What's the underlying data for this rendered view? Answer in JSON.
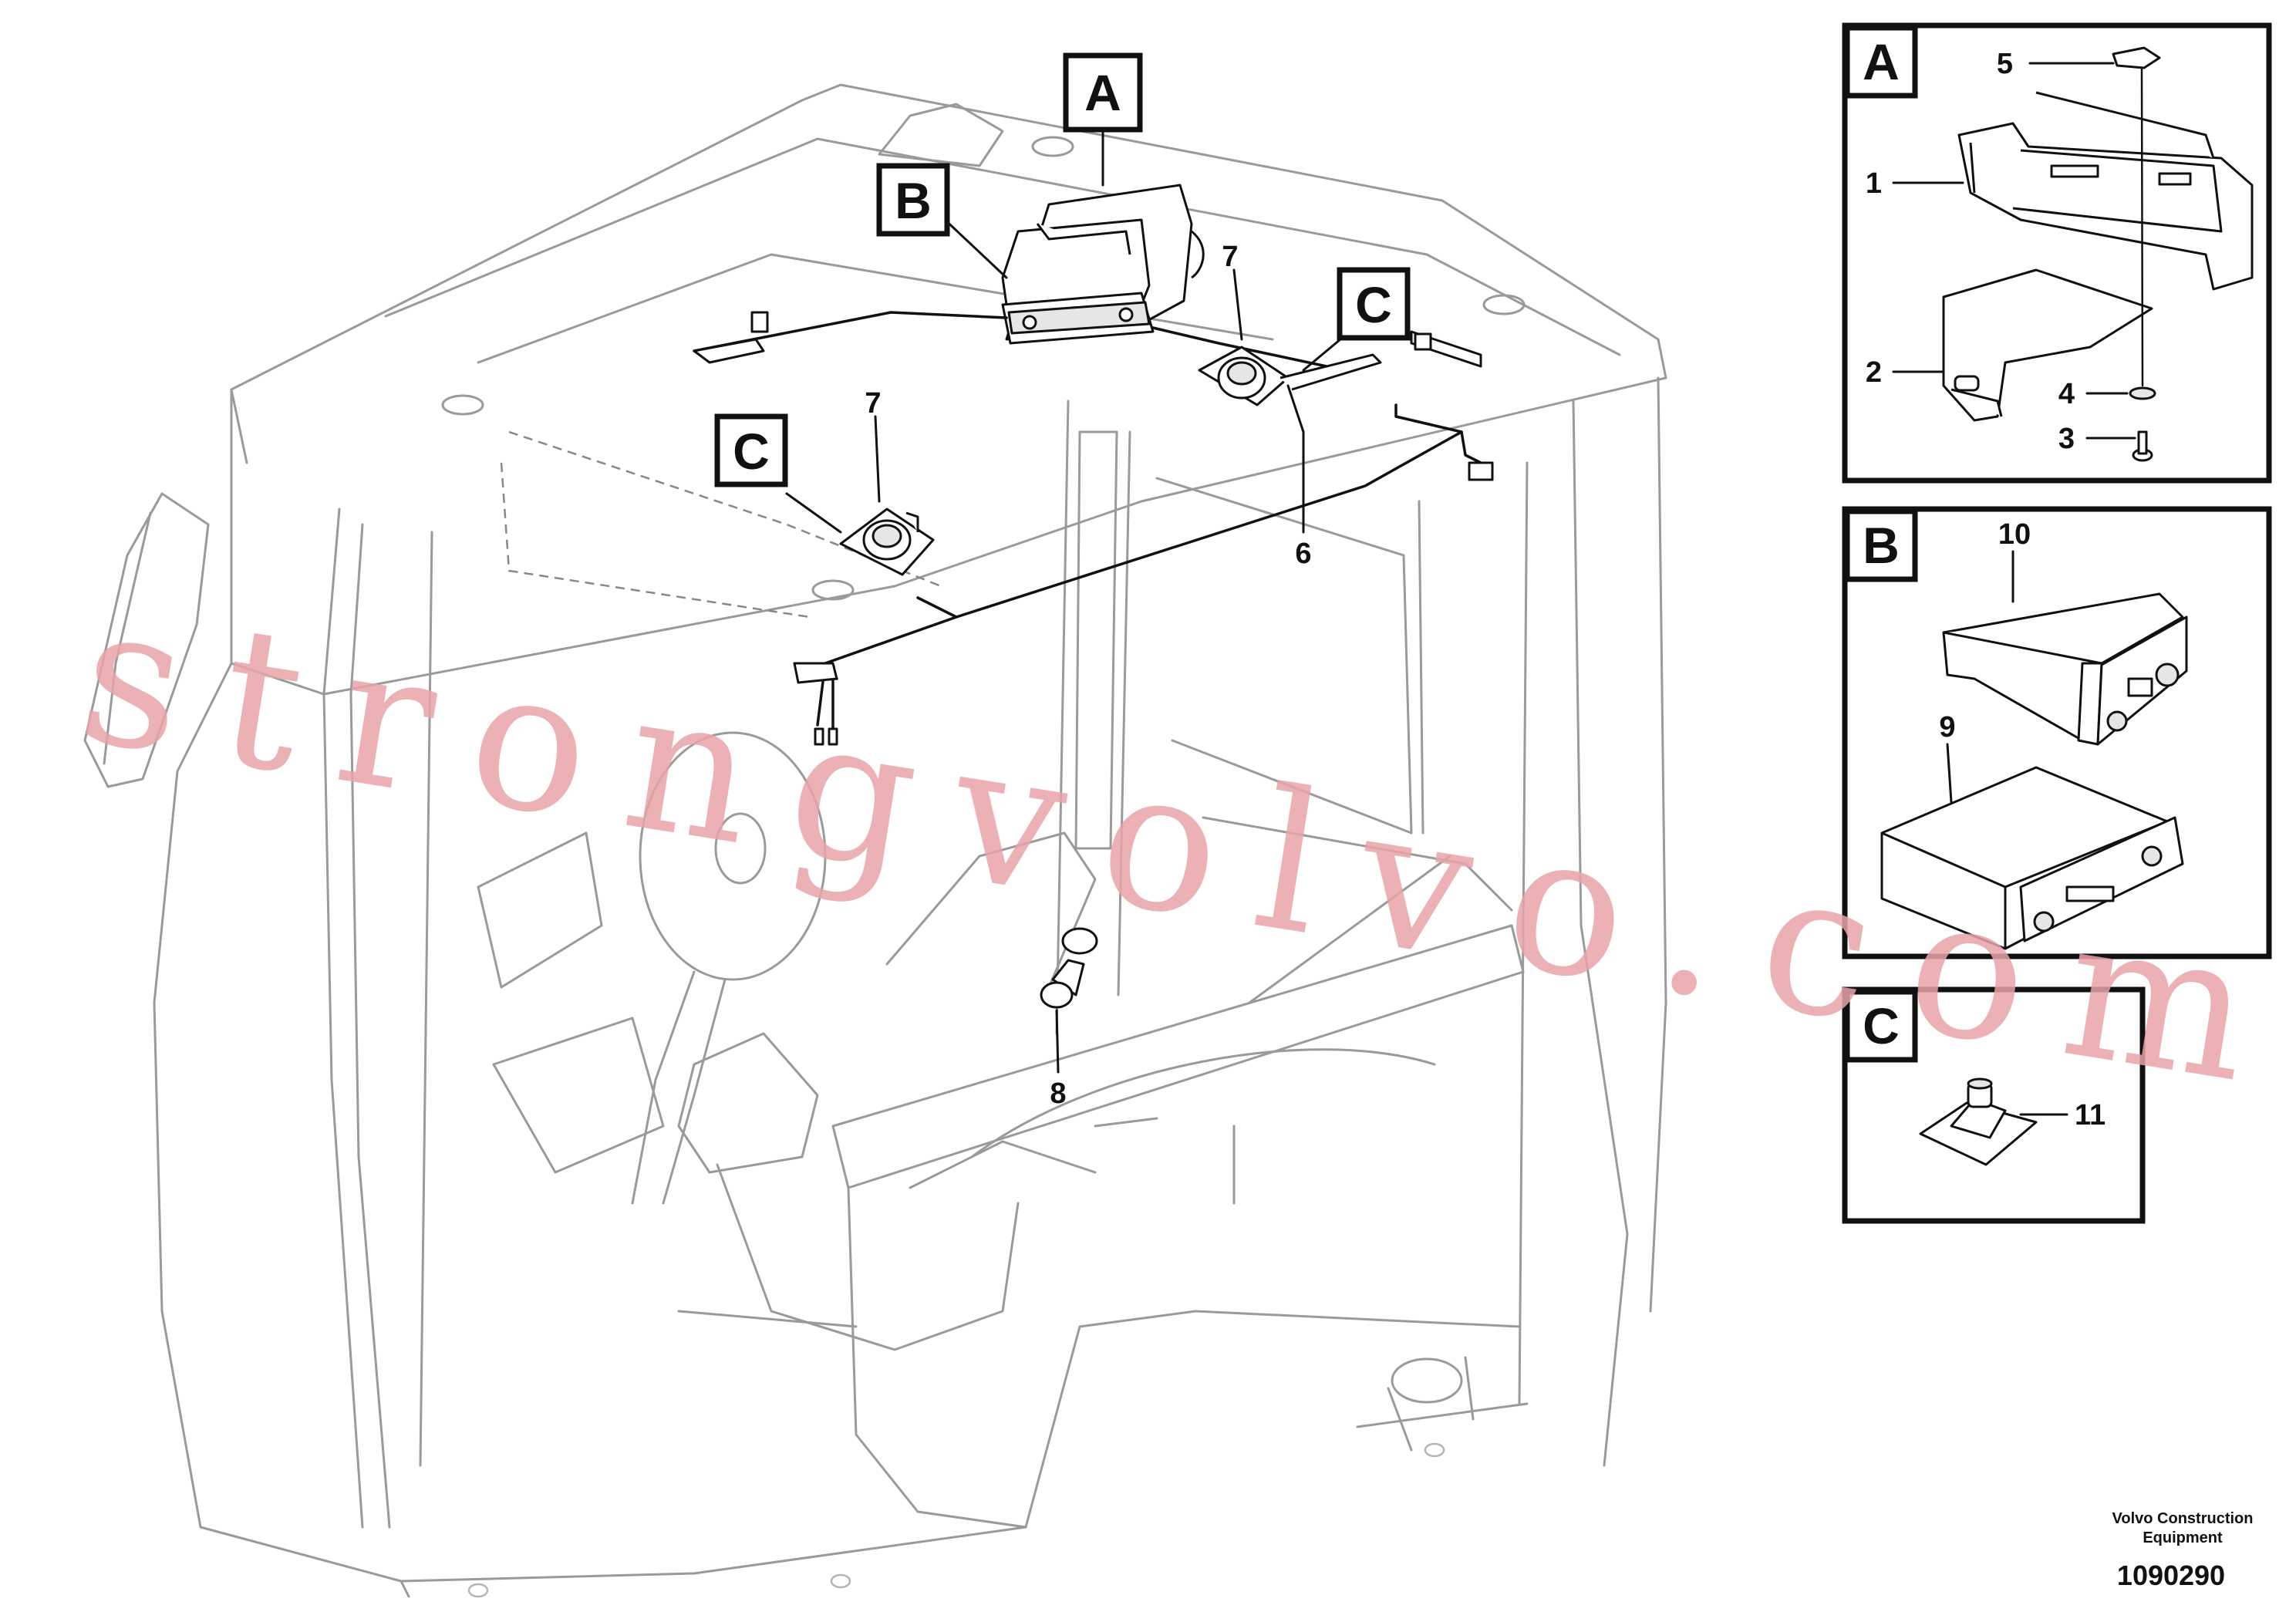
{
  "callouts": {
    "A": "A",
    "B": "B",
    "C_left": "C",
    "C_right": "C",
    "n6": "6",
    "n7_left": "7",
    "n7_right": "7",
    "n8": "8"
  },
  "detail_A": {
    "label": "A",
    "parts": {
      "p1": "1",
      "p2": "2",
      "p3": "3",
      "p4": "4",
      "p5": "5"
    }
  },
  "detail_B": {
    "label": "B",
    "parts": {
      "p9": "9",
      "p10": "10"
    }
  },
  "detail_C": {
    "label": "C",
    "parts": {
      "p11": "11"
    }
  },
  "footer": {
    "line1": "Volvo Construction",
    "line2": "Equipment",
    "drawing_number": "1090290"
  },
  "watermark": "strongvolvo.com",
  "colors": {
    "line": "#111111",
    "ghost": "#9a9a9a",
    "watermark": "#e8a3a8"
  }
}
